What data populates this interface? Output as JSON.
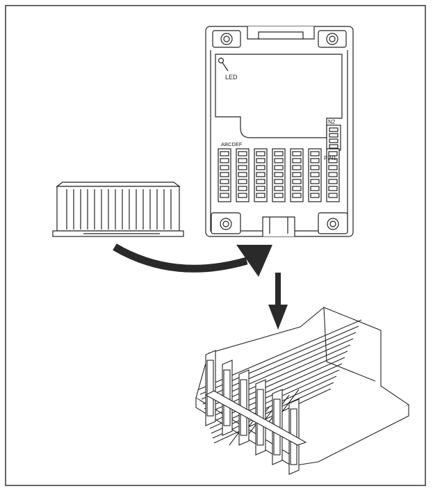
{
  "labels": {
    "led": "LED",
    "n2": "N2",
    "columns": "ABCDEF",
    "pin1": "PIN1"
  },
  "colors": {
    "line": "#222222",
    "arrow": "#2a2a2a",
    "background": "#ffffff"
  },
  "icons": {
    "connector": "connector-plug-icon",
    "board": "terminal-board-icon",
    "curved_arrow": "curved-arrow-icon",
    "down_arrow": "down-arrow-icon",
    "assembly": "wired-connector-assembly-icon"
  }
}
